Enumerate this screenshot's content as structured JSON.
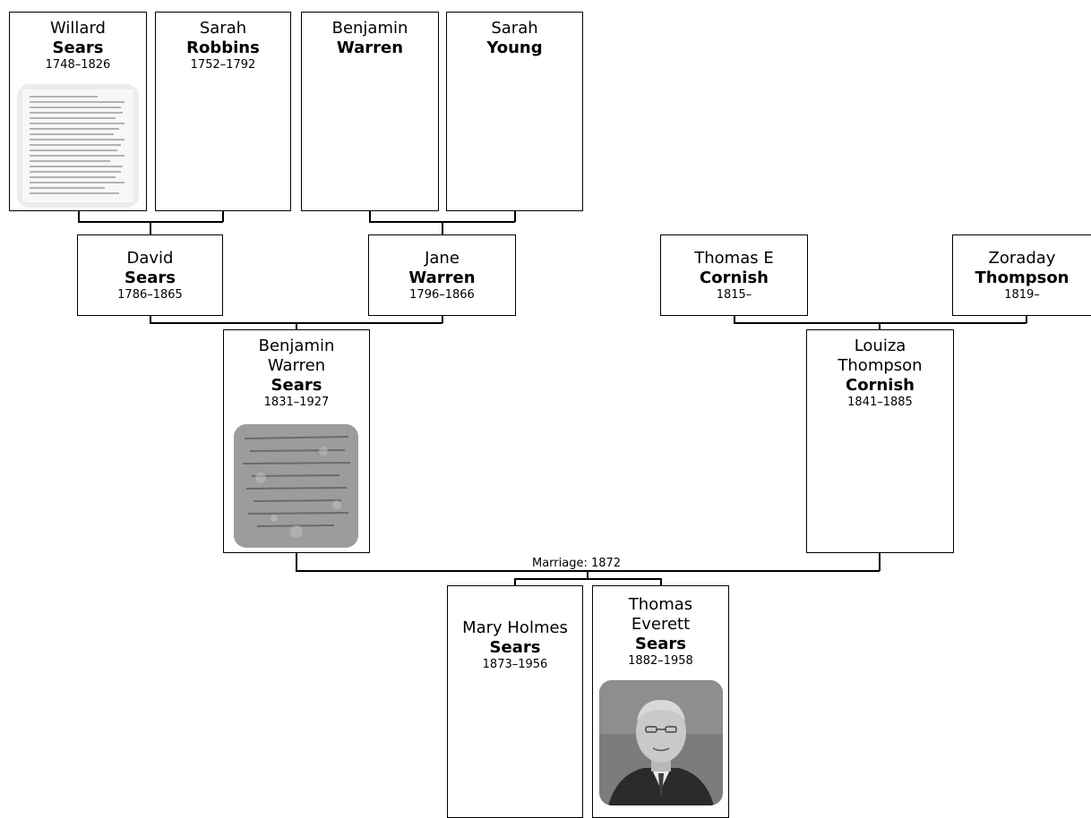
{
  "people": {
    "willard_sears": {
      "first": "Willard",
      "last": "Sears",
      "dates": "1748–1826",
      "photo": "document-scan"
    },
    "sarah_robbins": {
      "first": "Sarah",
      "last": "Robbins",
      "dates": "1752–1792"
    },
    "benjamin_warren": {
      "first": "Benjamin",
      "last": "Warren",
      "dates": ""
    },
    "sarah_young": {
      "first": "Sarah",
      "last": "Young",
      "dates": ""
    },
    "david_sears": {
      "first": "David",
      "last": "Sears",
      "dates": "1786–1865"
    },
    "jane_warren": {
      "first": "Jane",
      "last": "Warren",
      "dates": "1796–1866"
    },
    "thomas_e_cornish": {
      "first": "Thomas E",
      "last": "Cornish",
      "dates": "1815–"
    },
    "zoraday_thompson": {
      "first": "Zoraday",
      "last": "Thompson",
      "dates": "1819–"
    },
    "benjamin_w_sears": {
      "first_1": "Benjamin",
      "first_2": "Warren",
      "last": "Sears",
      "dates": "1831–1927",
      "photo": "gravestone"
    },
    "louiza_cornish": {
      "first_1": "Louiza",
      "first_2": "Thompson",
      "last": "Cornish",
      "dates": "1841–1885"
    },
    "mary_holmes_sears": {
      "first": "Mary Holmes",
      "last": "Sears",
      "dates": "1873–1956"
    },
    "thomas_everett_sears": {
      "first_1": "Thomas",
      "first_2": "Everett",
      "last": "Sears",
      "dates": "1882–1958",
      "photo": "portrait"
    }
  },
  "marriage_label": "Marriage: 1872",
  "colors": {
    "border": "#000000",
    "background": "#ffffff",
    "photo_gray": "#9a9a9a"
  }
}
